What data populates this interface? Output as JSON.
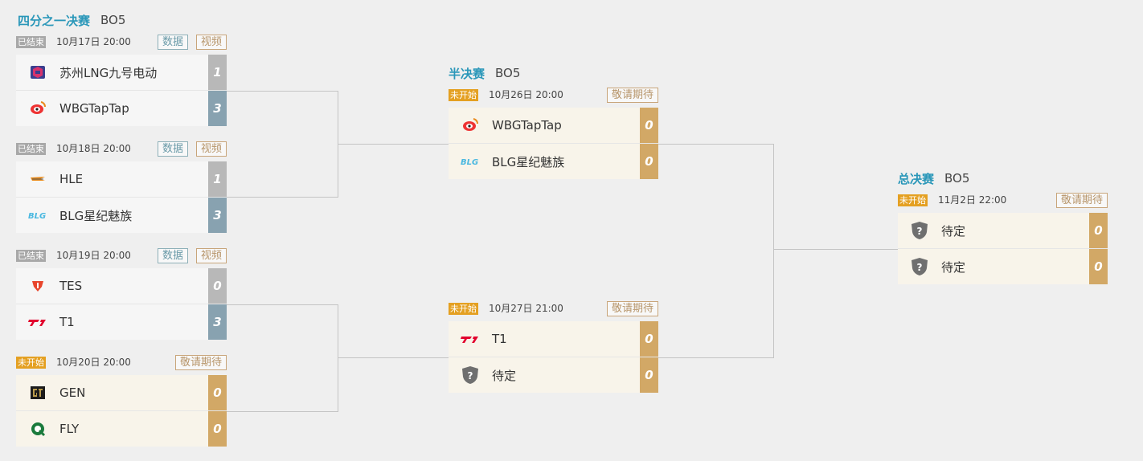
{
  "stages": {
    "quarter": {
      "title": "四分之一决赛",
      "bo": "BO5"
    },
    "semi": {
      "title": "半决赛",
      "bo": "BO5"
    },
    "final": {
      "title": "总决赛",
      "bo": "BO5"
    }
  },
  "buttons": {
    "data": "数据",
    "video": "视频",
    "wait": "敬请期待"
  },
  "status": {
    "ended": "已结束",
    "upcoming": "未开始"
  },
  "matches": {
    "q1": {
      "time": "10月17日 20:00",
      "teams": [
        {
          "name": "苏州LNG九号电动",
          "score": "1",
          "logo": "lng-logo"
        },
        {
          "name": "WBGTapTap",
          "score": "3",
          "logo": "wbg-logo"
        }
      ]
    },
    "q2": {
      "time": "10月18日 20:00",
      "teams": [
        {
          "name": "HLE",
          "score": "1",
          "logo": "hle-logo"
        },
        {
          "name": "BLG星纪魅族",
          "score": "3",
          "logo": "blg-logo"
        }
      ]
    },
    "q3": {
      "time": "10月19日 20:00",
      "teams": [
        {
          "name": "TES",
          "score": "0",
          "logo": "tes-logo"
        },
        {
          "name": "T1",
          "score": "3",
          "logo": "t1-logo"
        }
      ]
    },
    "q4": {
      "time": "10月20日 20:00",
      "teams": [
        {
          "name": "GEN",
          "score": "0",
          "logo": "gen-logo"
        },
        {
          "name": "FLY",
          "score": "0",
          "logo": "fly-logo"
        }
      ]
    },
    "s1": {
      "time": "10月26日 20:00",
      "teams": [
        {
          "name": "WBGTapTap",
          "score": "0",
          "logo": "wbg-logo"
        },
        {
          "name": "BLG星纪魅族",
          "score": "0",
          "logo": "blg-logo"
        }
      ]
    },
    "s2": {
      "time": "10月27日 21:00",
      "teams": [
        {
          "name": "T1",
          "score": "0",
          "logo": "t1-logo"
        },
        {
          "name": "待定",
          "score": "0",
          "logo": "tbd-shield-icon"
        }
      ]
    },
    "f1": {
      "time": "11月2日 22:00",
      "teams": [
        {
          "name": "待定",
          "score": "0",
          "logo": "tbd-shield-icon"
        },
        {
          "name": "待定",
          "score": "0",
          "logo": "tbd-shield-icon"
        }
      ]
    }
  },
  "colors": {
    "accent": "#2a97b9",
    "win": "#88a2b0",
    "lose": "#b8b8b8",
    "pending": "#d2a866",
    "upcoming": "#e4a022"
  }
}
